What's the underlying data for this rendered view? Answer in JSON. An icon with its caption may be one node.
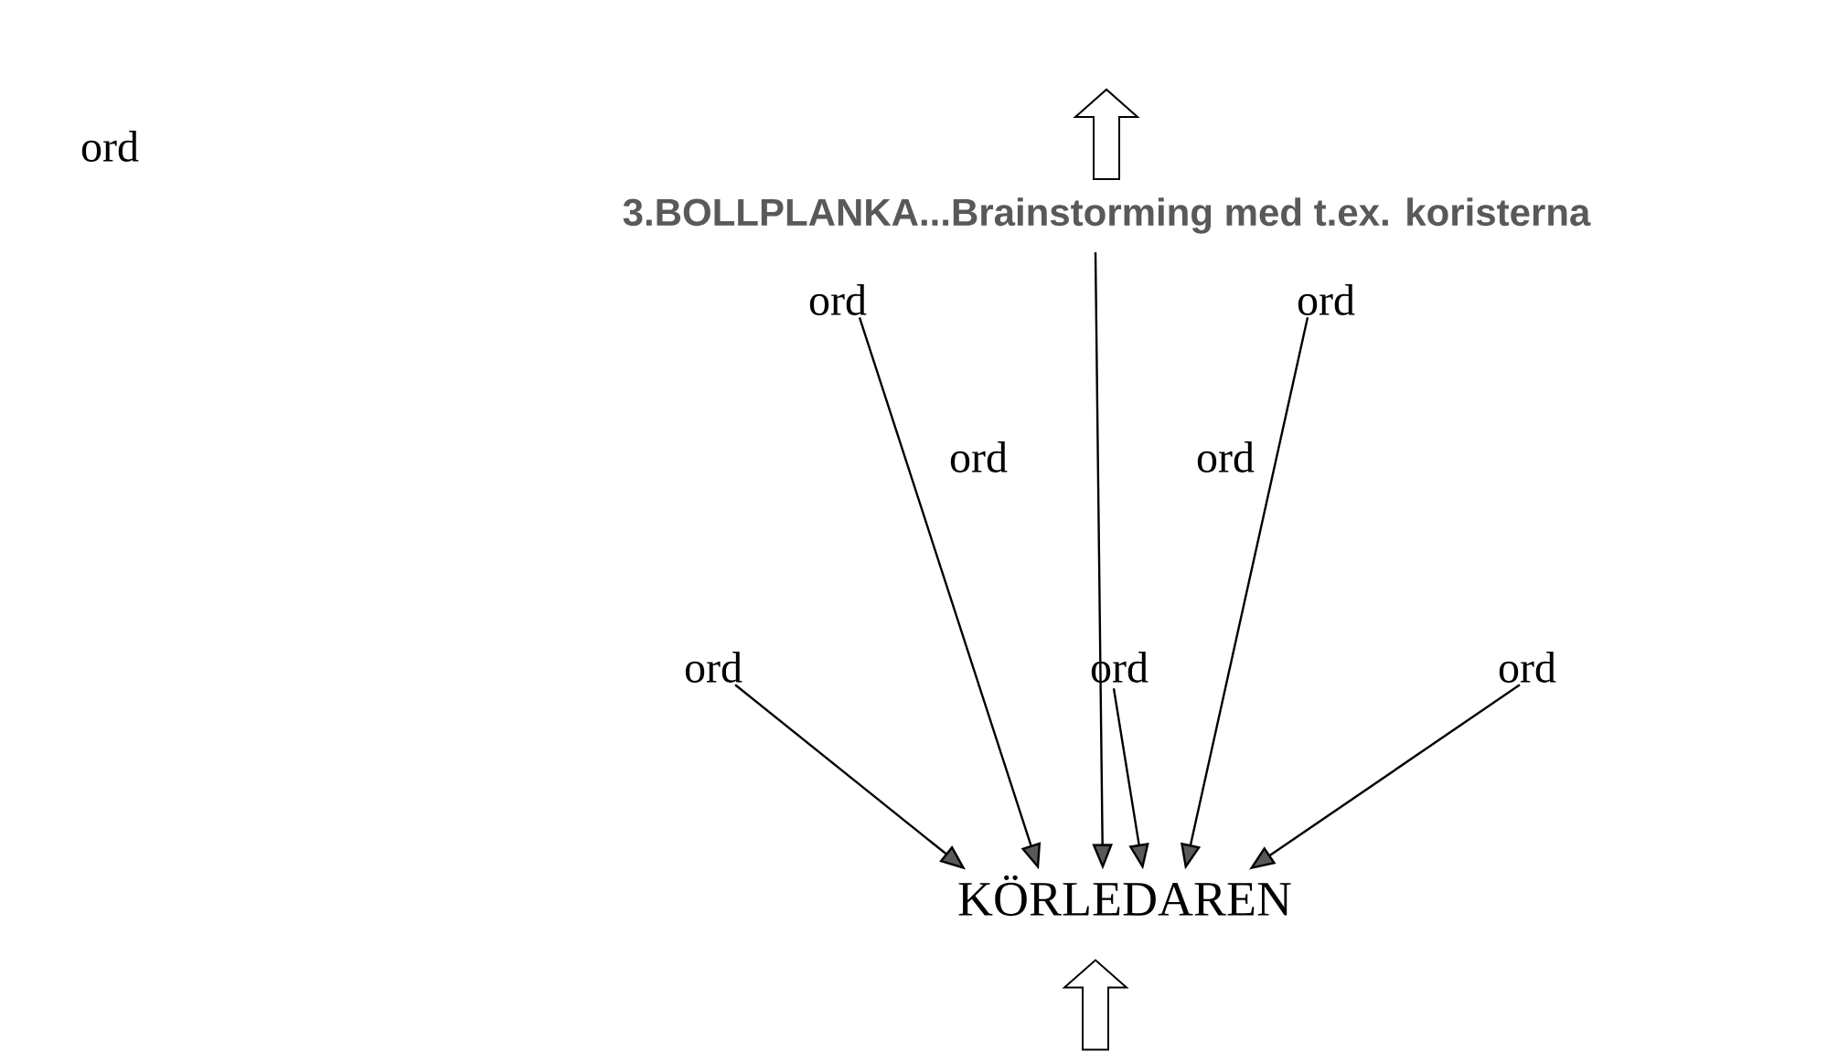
{
  "diagram": {
    "nodes": [
      {
        "text": [
          "3.BOLLPLANKA...Brainstorming med t.ex. koristerna"
        ]
      },
      {
        "text": [
          "ord"
        ]
      },
      {
        "text": [
          "ord"
        ]
      },
      {
        "text": [
          "ord"
        ]
      },
      {
        "text": [
          "ord"
        ]
      },
      {
        "text": [
          "ord"
        ]
      },
      {
        "text": [
          "ord"
        ]
      },
      {
        "text": [
          "ord"
        ]
      },
      {
        "text": [
          "KÖRLEDAREN"
        ]
      }
    ],
    "edges": [
      {
        "from": 0,
        "to": null,
        "arrow": "to"
      },
      {
        "from": 1,
        "to": 8,
        "arrow": "to"
      },
      {
        "from": 0,
        "to": 8,
        "arrow": "to"
      },
      {
        "from": 2,
        "to": 8,
        "arrow": "to"
      },
      {
        "from": 5,
        "to": 8,
        "arrow": "to"
      },
      {
        "from": 6,
        "to": 8,
        "arrow": "to"
      },
      {
        "from": 7,
        "to": 8,
        "arrow": "to"
      },
      {
        "from": null,
        "to": 8,
        "arrow": "to"
      }
    ],
    "labels": [
      "ord"
    ]
  }
}
